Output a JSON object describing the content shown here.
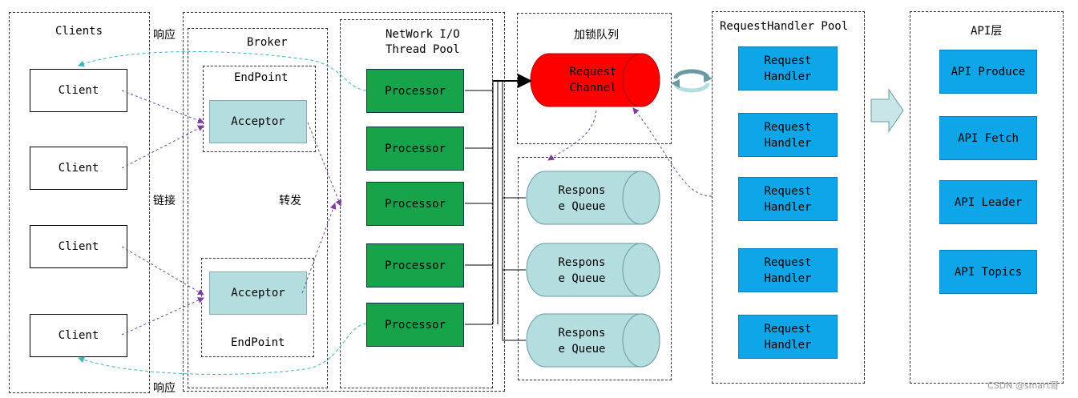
{
  "clients_panel": {
    "title": "Clients",
    "items": [
      "Client",
      "Client",
      "Client",
      "Client"
    ]
  },
  "side_labels": {
    "response_top": "响应",
    "connect": "链接",
    "response_bottom": "响应"
  },
  "broker": {
    "title": "Broker",
    "endpoint_top": "EndPoint",
    "endpoint_bottom": "EndPoint",
    "acceptor_top": "Acceptor",
    "acceptor_bottom": "Acceptor",
    "forward": "转发"
  },
  "network_pool": {
    "title_line1": "NetWork I/O",
    "title_line2": "Thread Pool",
    "processors": [
      "Processor",
      "Processor",
      "Processor",
      "Processor",
      "Processor"
    ]
  },
  "locked_queue": {
    "title": "加锁队列",
    "request_line1": "Request",
    "request_line2": "Channel",
    "responses": [
      {
        "line1": "Respons",
        "line2": "e Queue"
      },
      {
        "line1": "Respons",
        "line2": "e Queue"
      },
      {
        "line1": "Respons",
        "line2": "e Queue"
      }
    ]
  },
  "handler_pool": {
    "title": "RequestHandler Pool",
    "handlers": [
      {
        "line1": "Request",
        "line2": "Handler"
      },
      {
        "line1": "Request",
        "line2": "Handler"
      },
      {
        "line1": "Request",
        "line2": "Handler"
      },
      {
        "line1": "Request",
        "line2": "Handler"
      },
      {
        "line1": "Request",
        "line2": "Handler"
      }
    ]
  },
  "api_layer": {
    "title": "API层",
    "items": [
      "API Produce",
      "API Fetch",
      "API Leader",
      "API Topics"
    ]
  },
  "watermark": "CSDN @smart哥",
  "colors": {
    "processor": "#16a34a",
    "handler": "#0ea5e9",
    "acceptor": "#b4dde0",
    "request_channel": "#ff0000",
    "response_queue": "#b4dde0",
    "response_arrow": "#3bb4c8",
    "connect_arrow": "#7a3fa0"
  }
}
